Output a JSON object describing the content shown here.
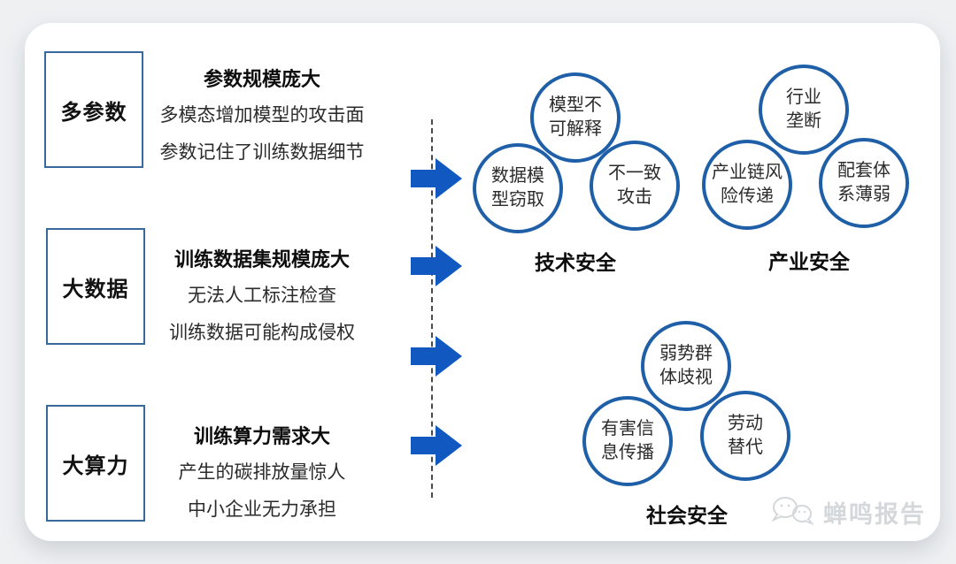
{
  "colors": {
    "page_background": "#eef0f2",
    "card_background": "#ffffff",
    "arrow_blue": "#1159c1",
    "circle_stroke_blue": "#1e5fa8",
    "box_border_blue": "#39699c",
    "dashed_line_gray": "#4a4a4a",
    "watermark_gray": "#d5d8db"
  },
  "left_sections": [
    {
      "box_label": "多参数",
      "title": "参数规模庞大",
      "lines": [
        "多模态增加模型的攻击面",
        "参数记住了训练数据细节"
      ]
    },
    {
      "box_label": "大数据",
      "title": "训练数据集规模庞大",
      "lines": [
        "无法人工标注检查",
        "训练数据可能构成侵权"
      ]
    },
    {
      "box_label": "大算力",
      "title": "训练算力需求大",
      "lines": [
        "产生的碳排放量惊人",
        "中小企业无力承担"
      ]
    }
  ],
  "clusters": [
    {
      "label": "技术安全",
      "circles": [
        {
          "name": "模型不可解释",
          "lines": [
            "模型不",
            "可解释"
          ]
        },
        {
          "name": "数据模型窃取",
          "lines": [
            "数据模",
            "型窃取"
          ]
        },
        {
          "name": "不一致攻击",
          "lines": [
            "不一致",
            "攻击"
          ]
        }
      ]
    },
    {
      "label": "产业安全",
      "circles": [
        {
          "name": "行业垄断",
          "lines": [
            "行业",
            "垄断"
          ]
        },
        {
          "name": "产业链风险传递",
          "lines": [
            "产业链风",
            "险传递"
          ]
        },
        {
          "name": "配套体系薄弱",
          "lines": [
            "配套体",
            "系薄弱"
          ]
        }
      ]
    },
    {
      "label": "社会安全",
      "circles": [
        {
          "name": "弱势群体歧视",
          "lines": [
            "弱势群",
            "体歧视"
          ]
        },
        {
          "name": "有害信息传播",
          "lines": [
            "有害信",
            "息传播"
          ]
        },
        {
          "name": "劳动替代",
          "lines": [
            "劳动",
            "替代"
          ]
        }
      ]
    }
  ],
  "watermark": {
    "text": "蝉鸣报告",
    "icon": "wechat-icon"
  }
}
